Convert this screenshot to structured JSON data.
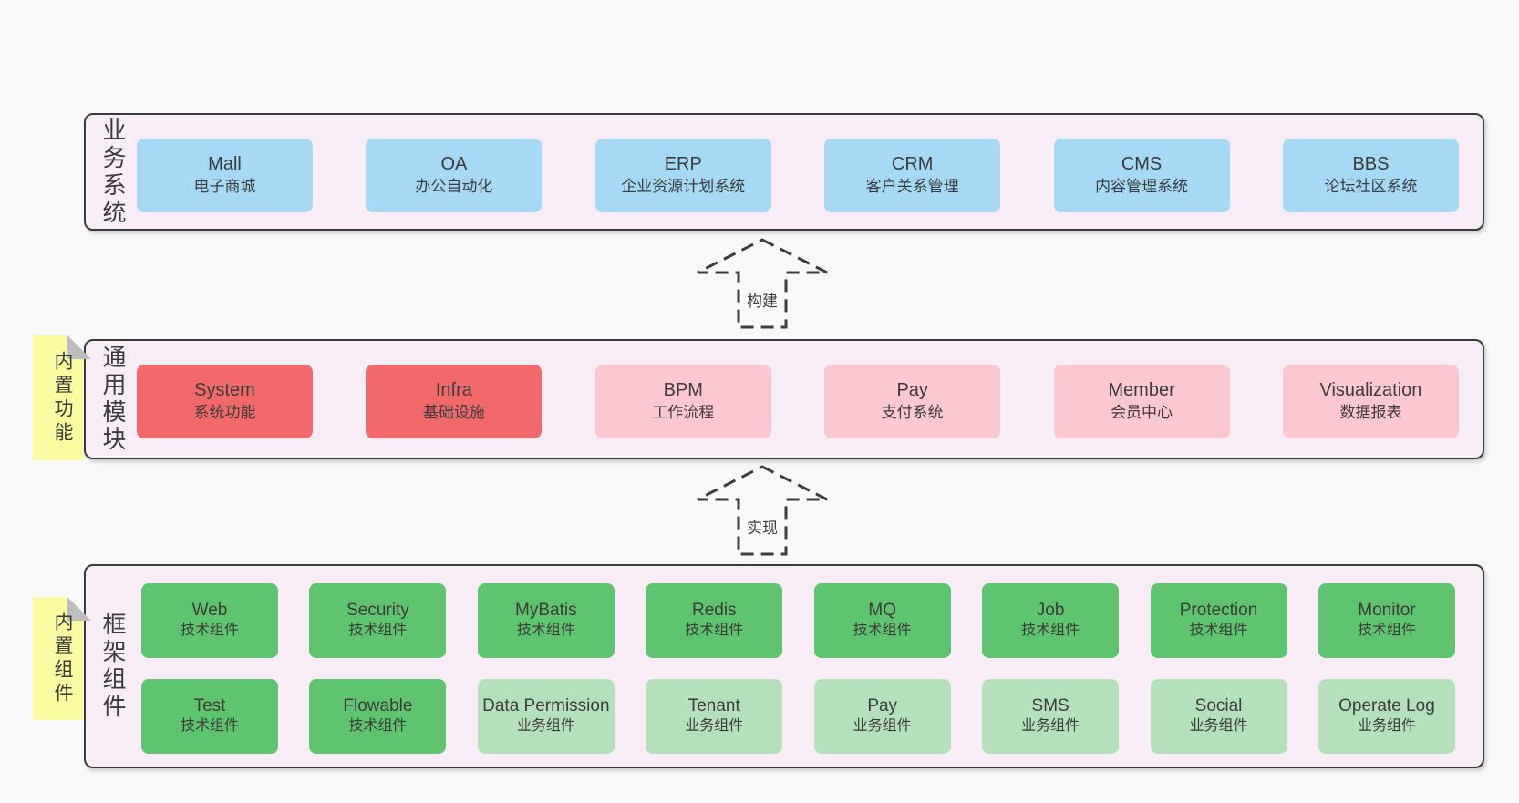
{
  "colors": {
    "page": "#f8f8f8",
    "panel": "#f8edf7",
    "panel_border": "#3a3a3a",
    "sticky": "#fafaa0",
    "sticky_fold": "#bdbdbd",
    "blue": "#a6d9f3",
    "red": "#f1696b",
    "pink": "#fbc7d1",
    "green": "#5ec46f",
    "lightgreen": "#b4e1b9",
    "text": "#3b3b3b"
  },
  "arrows": {
    "build": "构建",
    "implement": "实现"
  },
  "sections": {
    "business": {
      "label": "业务系统",
      "boxes": [
        {
          "en": "Mall",
          "cn": "电子商城",
          "type": "blue"
        },
        {
          "en": "OA",
          "cn": "办公自动化",
          "type": "blue"
        },
        {
          "en": "ERP",
          "cn": "企业资源计划系统",
          "type": "blue"
        },
        {
          "en": "CRM",
          "cn": "客户关系管理",
          "type": "blue"
        },
        {
          "en": "CMS",
          "cn": "内容管理系统",
          "type": "blue"
        },
        {
          "en": "BBS",
          "cn": "论坛社区系统",
          "type": "blue"
        }
      ]
    },
    "modules": {
      "label": "通用模块",
      "sticky": "内置功能",
      "boxes": [
        {
          "en": "System",
          "cn": "系统功能",
          "type": "red"
        },
        {
          "en": "Infra",
          "cn": "基础设施",
          "type": "red"
        },
        {
          "en": "BPM",
          "cn": "工作流程",
          "type": "pink"
        },
        {
          "en": "Pay",
          "cn": "支付系统",
          "type": "pink"
        },
        {
          "en": "Member",
          "cn": "会员中心",
          "type": "pink"
        },
        {
          "en": "Visualization",
          "cn": "数据报表",
          "type": "pink"
        }
      ]
    },
    "components": {
      "label": "框架组件",
      "sticky": "内置组件",
      "row1": [
        {
          "en": "Web",
          "cn": "技术组件",
          "type": "green"
        },
        {
          "en": "Security",
          "cn": "技术组件",
          "type": "green"
        },
        {
          "en": "MyBatis",
          "cn": "技术组件",
          "type": "green"
        },
        {
          "en": "Redis",
          "cn": "技术组件",
          "type": "green"
        },
        {
          "en": "MQ",
          "cn": "技术组件",
          "type": "green"
        },
        {
          "en": "Job",
          "cn": "技术组件",
          "type": "green"
        },
        {
          "en": "Protection",
          "cn": "技术组件",
          "type": "green"
        },
        {
          "en": "Monitor",
          "cn": "技术组件",
          "type": "green"
        }
      ],
      "row2": [
        {
          "en": "Test",
          "cn": "技术组件",
          "type": "green"
        },
        {
          "en": "Flowable",
          "cn": "技术组件",
          "type": "green"
        },
        {
          "en": "Data Permission",
          "cn": "业务组件",
          "type": "lightgreen"
        },
        {
          "en": "Tenant",
          "cn": "业务组件",
          "type": "lightgreen"
        },
        {
          "en": "Pay",
          "cn": "业务组件",
          "type": "lightgreen"
        },
        {
          "en": "SMS",
          "cn": "业务组件",
          "type": "lightgreen"
        },
        {
          "en": "Social",
          "cn": "业务组件",
          "type": "lightgreen"
        },
        {
          "en": "Operate Log",
          "cn": "业务组件",
          "type": "lightgreen"
        }
      ]
    }
  }
}
